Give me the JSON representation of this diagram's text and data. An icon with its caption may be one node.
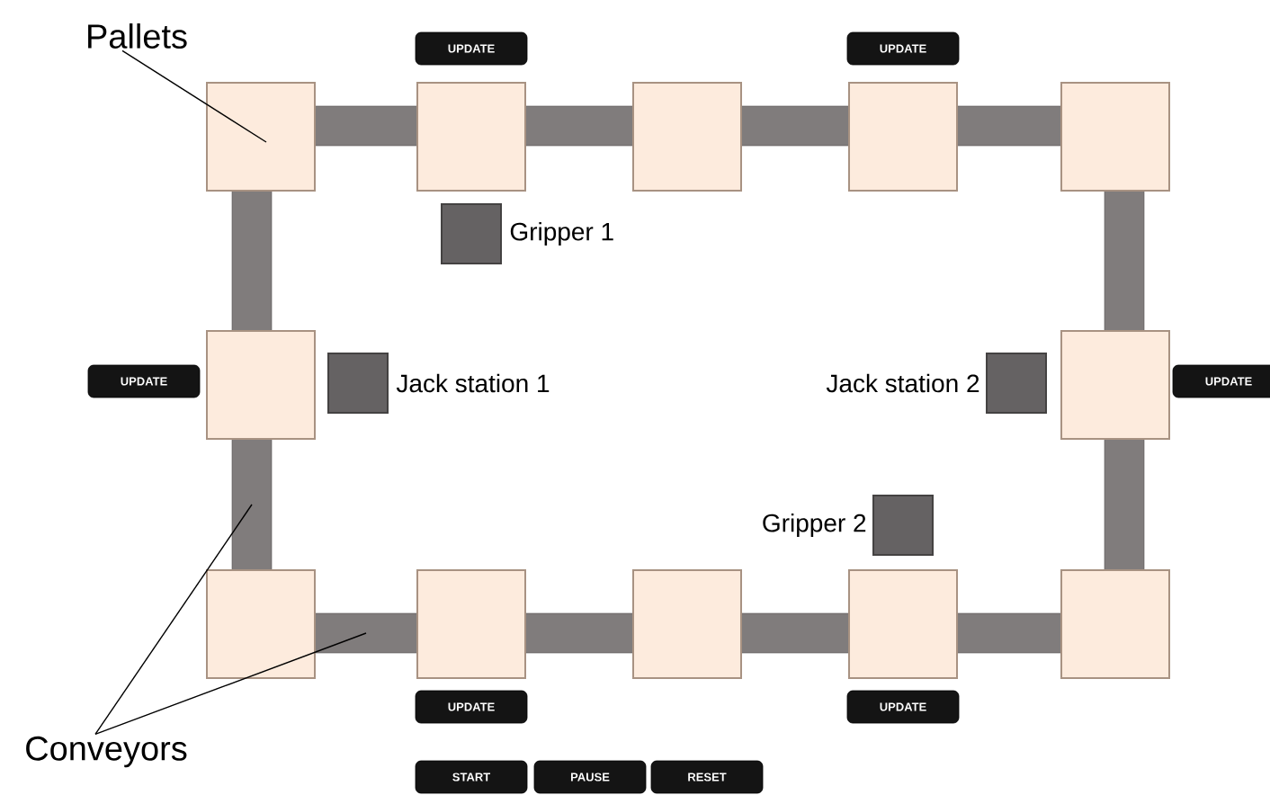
{
  "diagram": {
    "nodes": [
      {
        "text": [
          "Pallets"
        ]
      },
      {
        "text": [
          "UPDATE"
        ]
      },
      {
        "text": [
          "UPDATE"
        ]
      },
      {
        "text": [],
        "shape": "box"
      },
      {
        "text": [],
        "shape": "box"
      },
      {
        "text": [],
        "shape": "box"
      },
      {
        "text": [],
        "shape": "box"
      },
      {
        "text": [],
        "shape": "box"
      },
      {
        "text": [],
        "shape": "bar"
      },
      {
        "text": [],
        "shape": "bar"
      },
      {
        "text": [],
        "shape": "bar"
      },
      {
        "text": [],
        "shape": "bar"
      },
      {
        "text": [],
        "shape": "bar"
      },
      {
        "text": [],
        "shape": "bar"
      },
      {
        "text": [],
        "shape": "box",
        "beside": [
          "Gripper 1"
        ]
      },
      {
        "text": [
          "UPDATE"
        ]
      },
      {
        "text": [],
        "shape": "box"
      },
      {
        "text": [],
        "shape": "box",
        "beside": [
          "Jack station 1"
        ]
      },
      {
        "text": [],
        "shape": "box",
        "beside": [
          "Jack station 2"
        ]
      },
      {
        "text": [],
        "shape": "box"
      },
      {
        "text": [
          "UPDATE"
        ]
      },
      {
        "text": [],
        "shape": "bar"
      },
      {
        "text": [],
        "shape": "bar"
      },
      {
        "text": [],
        "shape": "box",
        "beside": [
          "Gripper 2"
        ]
      },
      {
        "text": [],
        "shape": "box"
      },
      {
        "text": [],
        "shape": "box"
      },
      {
        "text": [],
        "shape": "box"
      },
      {
        "text": [],
        "shape": "box"
      },
      {
        "text": [],
        "shape": "box"
      },
      {
        "text": [],
        "shape": "bar"
      },
      {
        "text": [],
        "shape": "bar"
      },
      {
        "text": [],
        "shape": "bar"
      },
      {
        "text": [],
        "shape": "bar"
      },
      {
        "text": [
          "UPDATE"
        ]
      },
      {
        "text": [
          "UPDATE"
        ]
      },
      {
        "text": [
          "Conveyors"
        ]
      },
      {
        "text": [
          "START"
        ]
      },
      {
        "text": [
          "PAUSE"
        ]
      },
      {
        "text": [
          "RESET"
        ]
      }
    ],
    "edges": [
      {
        "from": 0,
        "to": 3,
        "arrow": "none"
      },
      {
        "from": 35,
        "to": 21,
        "arrow": "none"
      },
      {
        "from": 35,
        "to": 29,
        "arrow": "none"
      }
    ]
  }
}
